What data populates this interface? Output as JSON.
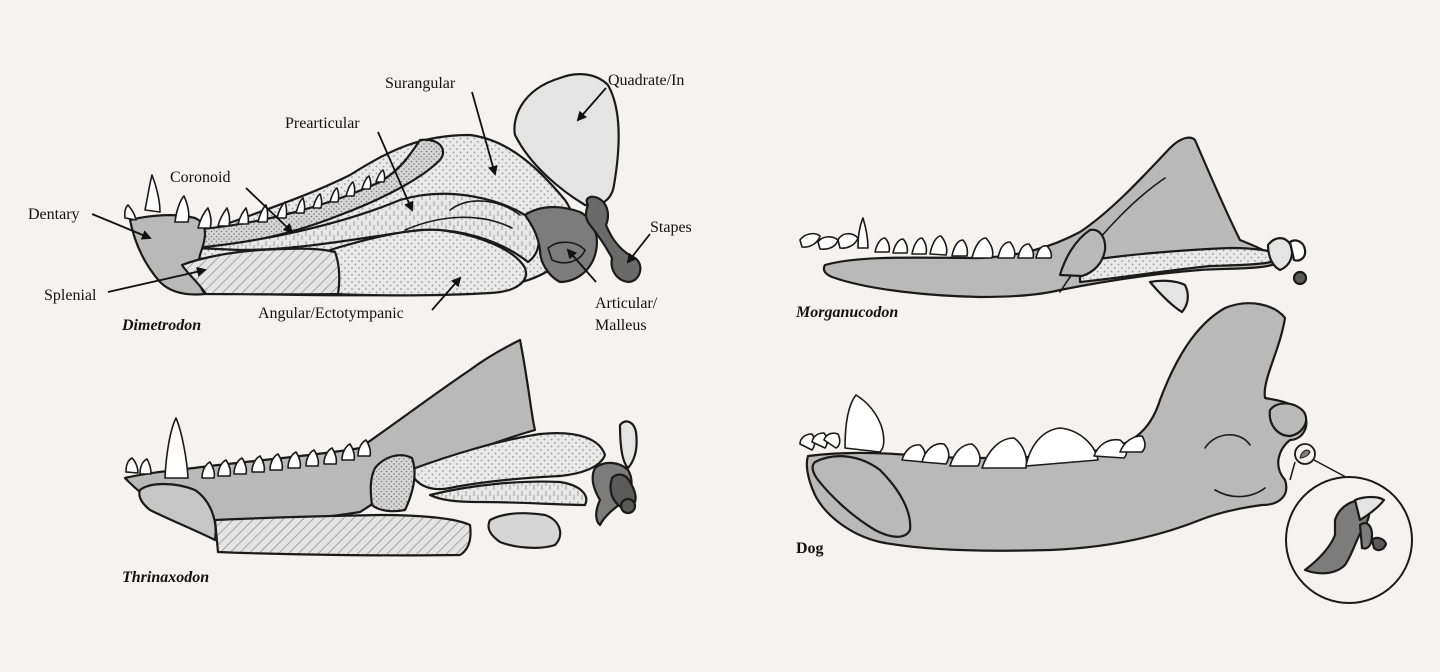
{
  "labels": {
    "dentary": "Dentary",
    "coronoid": "Coronoid",
    "prearticular": "Prearticular",
    "surangular": "Surangular",
    "quadrate": "Quadrate/In",
    "stapes": "Stapes",
    "splenial": "Splenial",
    "angular": "Angular/Ectotympanic",
    "articular_line1": "Articular/",
    "articular_line2": "Malleus"
  },
  "specimens": {
    "dimetrodon": "Dimetrodon",
    "thrinaxodon": "Thrinaxodon",
    "morganucodon": "Morganucodon",
    "dog": "Dog"
  },
  "colors": {
    "background": "#f4f3ef",
    "dentary": "#b9b9b9",
    "light_bone": "#e4e4e4",
    "articular": "#7c7c7c",
    "stapes": "#5a5a5a"
  }
}
